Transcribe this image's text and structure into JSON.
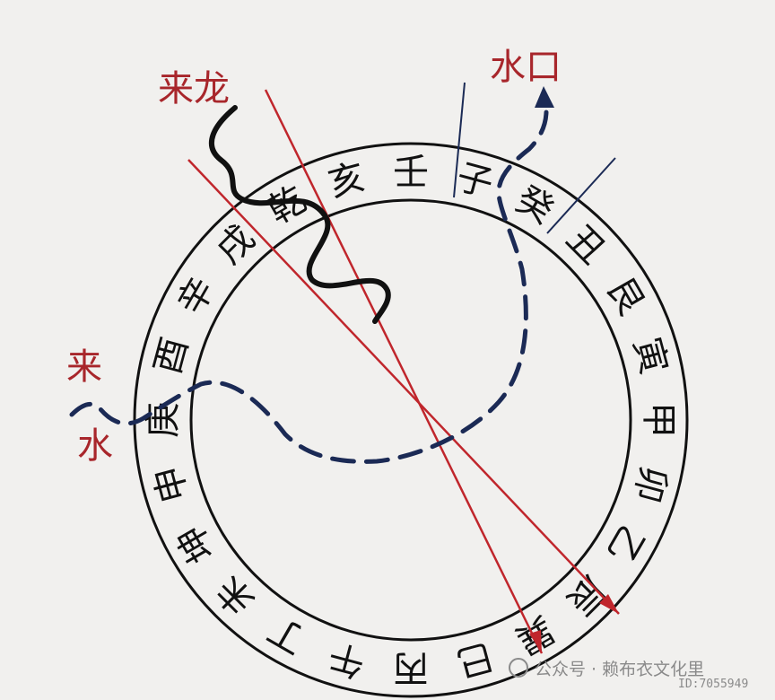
{
  "labels": {
    "dragon": "来龙",
    "outlet": "水口",
    "incoming_water_1": "来",
    "incoming_water_2": "水"
  },
  "ring_characters": [
    "壬",
    "子",
    "癸",
    "丑",
    "艮",
    "寅",
    "甲",
    "卯",
    "乙",
    "辰",
    "巽",
    "巳",
    "丙",
    "午",
    "丁",
    "未",
    "坤",
    "申",
    "庚",
    "酉",
    "辛",
    "戌",
    "乾",
    "亥"
  ],
  "watermark": {
    "text": "公众号 · 赖布衣文化里",
    "id": "ID:7055949"
  },
  "colors": {
    "red_line": "#c0262c",
    "label_red": "#a8262b",
    "water_path": "#1b2a55",
    "dragon_line": "#111111",
    "ring": "#111111"
  }
}
